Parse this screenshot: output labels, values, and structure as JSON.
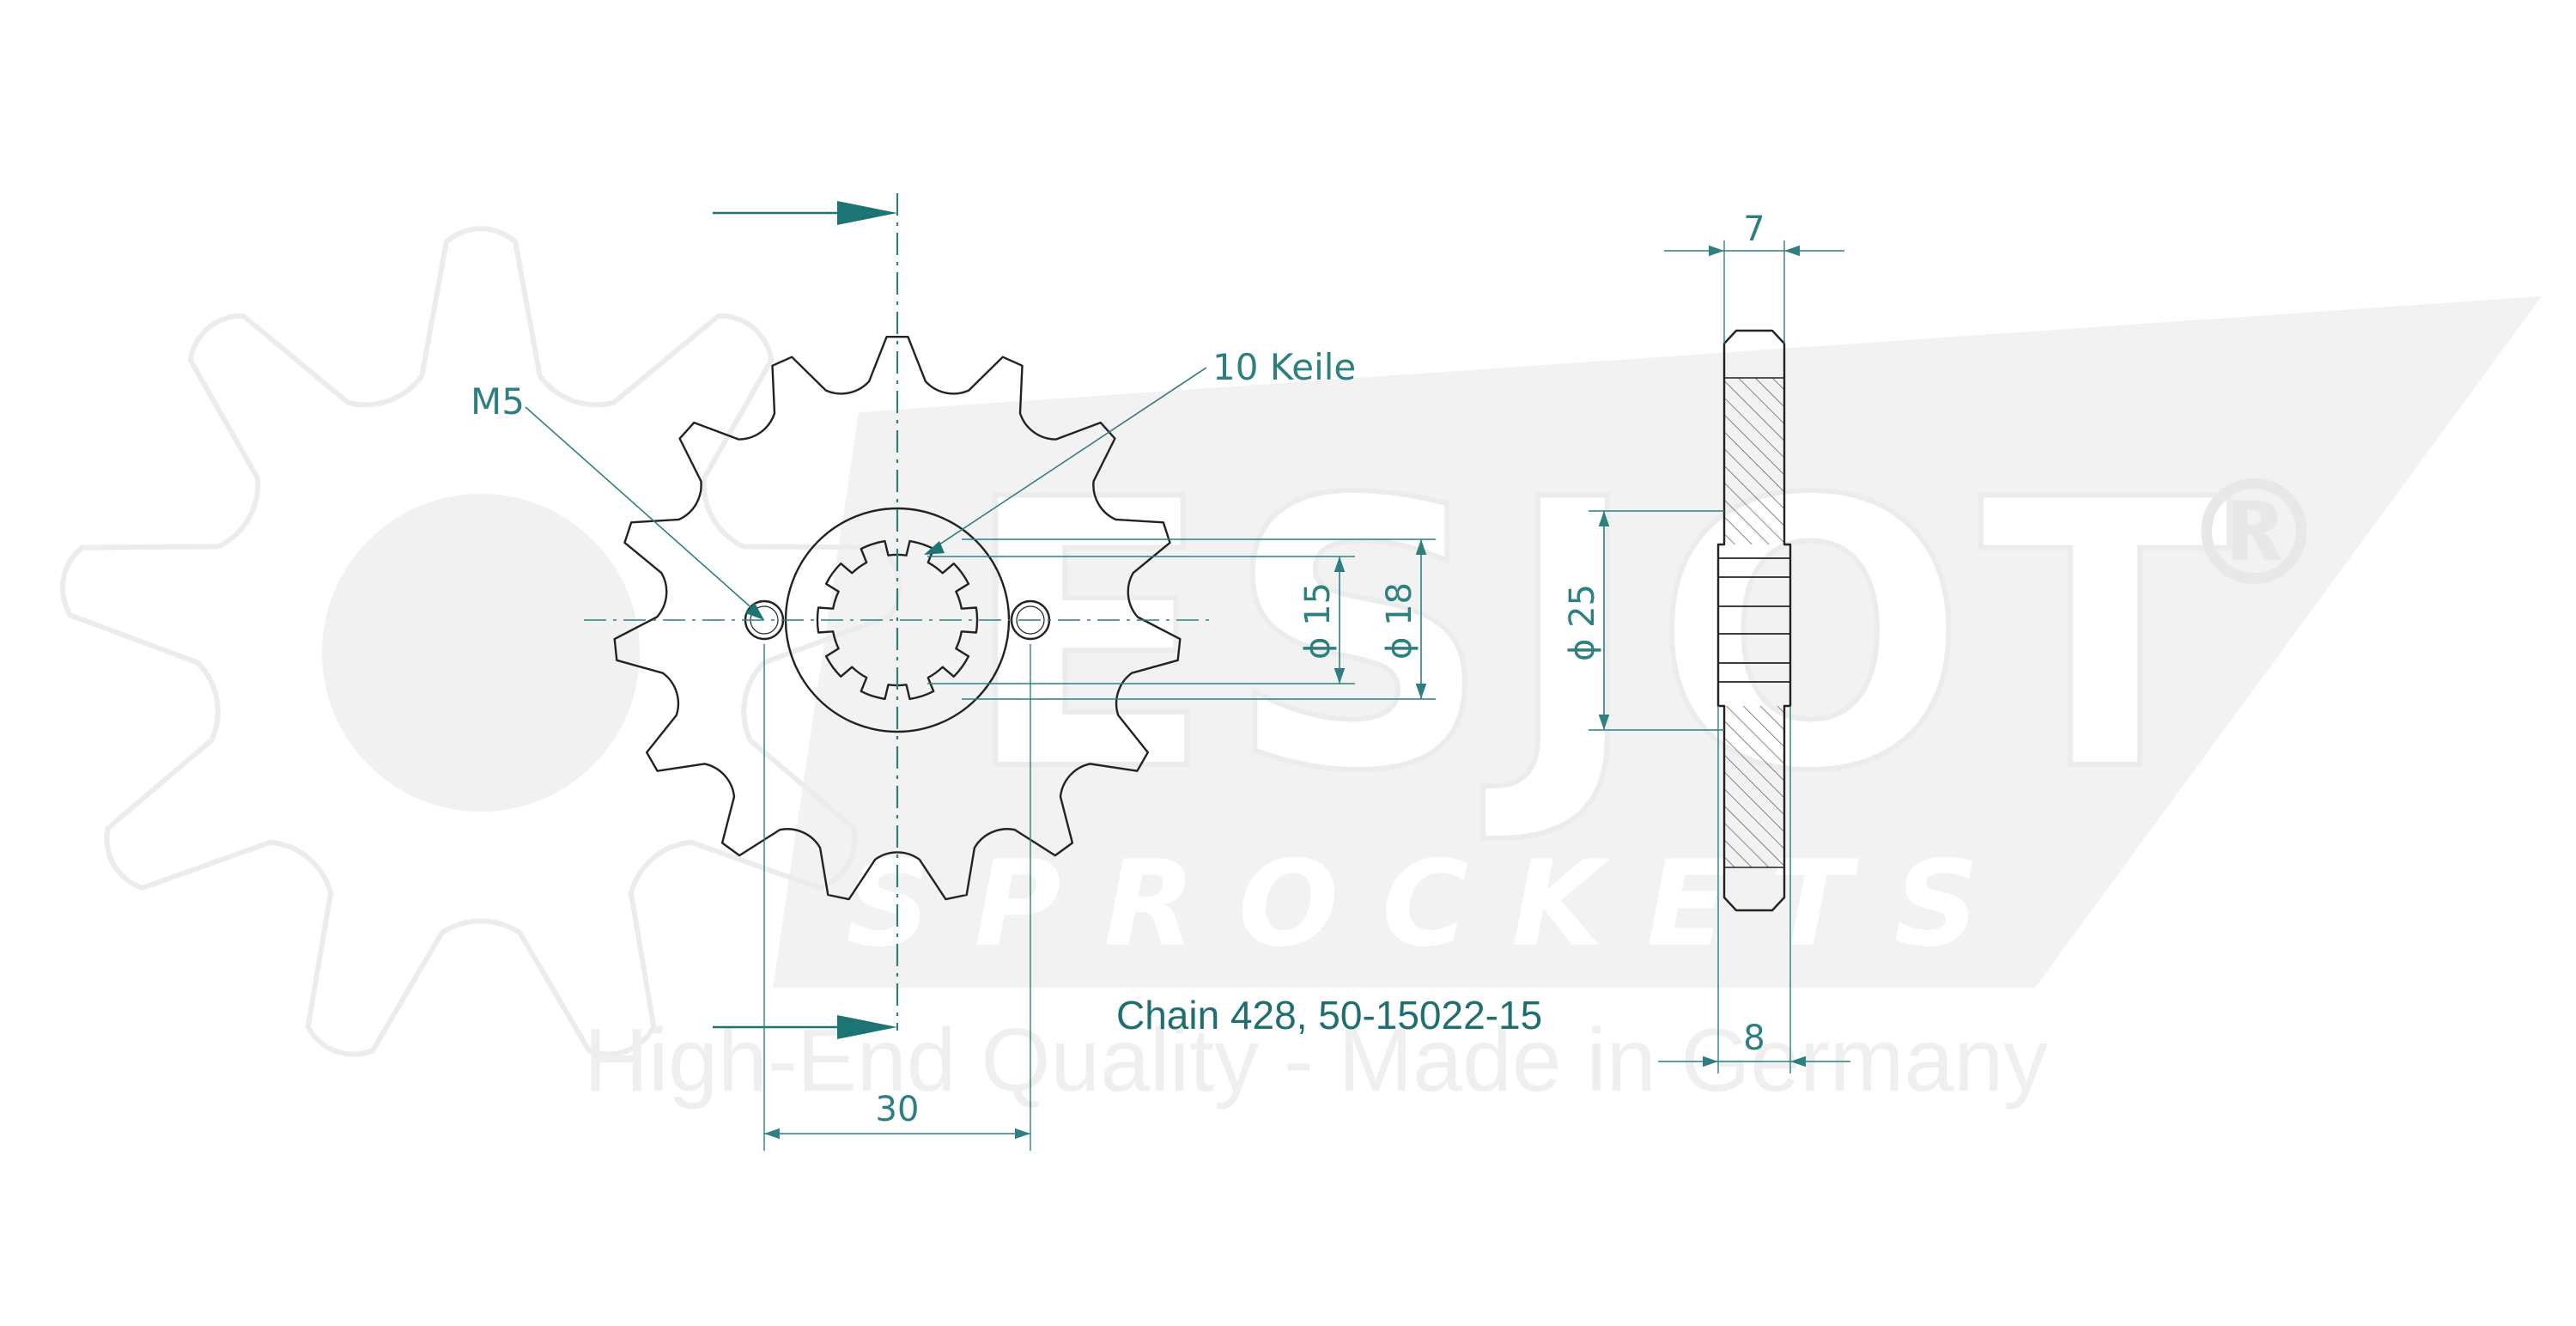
{
  "watermark": {
    "brand": "ESJOT",
    "registered": "®",
    "subbrand": "SPROCKETS",
    "tagline": "High-End Quality - Made in Germany"
  },
  "drawing": {
    "hole_label": "M5",
    "spline_label": "10 Keile",
    "inner_diameter_label": "ϕ 15",
    "outer_diameter_label": "ϕ 18",
    "hub_diameter_label": "ϕ 25",
    "hole_distance_label": "30",
    "tooth_width_label": "7",
    "hub_width_label": "8",
    "caption": "Chain 428, 50-15022-15"
  },
  "colors": {
    "line": "#222222",
    "dimension": "#2f7f80",
    "arrow": "#1c7475",
    "watermark": "#ececec"
  }
}
